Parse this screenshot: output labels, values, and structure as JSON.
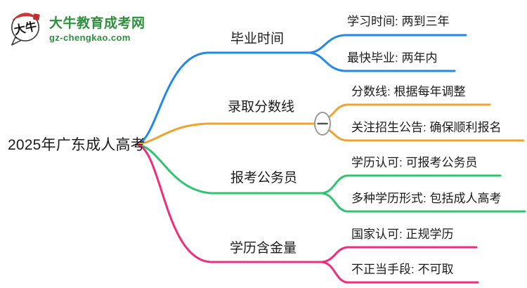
{
  "logo": {
    "icon_text": "大牛",
    "title": "大牛教育成考网",
    "domain": "gz-chengkao.com",
    "brand_color": "#2e8f3e",
    "icon_red": "#cf3333"
  },
  "root": {
    "title": "2025年广东成人高考"
  },
  "collapse_button": {
    "symbol": "minus",
    "stroke": "#9a9a9a",
    "glyph_color": "#555555"
  },
  "branches": [
    {
      "label": "毕业时间",
      "color": "#2388e8",
      "children": [
        {
          "label": "学习时间: 两到三年"
        },
        {
          "label": "最快毕业: 两年内"
        }
      ]
    },
    {
      "label": "录取分数线",
      "color": "#f0a330",
      "children": [
        {
          "label": "分数线: 根据每年调整"
        },
        {
          "label": "关注招生公告: 确保顺利报名"
        }
      ]
    },
    {
      "label": "报考公务员",
      "color": "#2ec56f",
      "children": [
        {
          "label": "学历认可: 可报考公务员"
        },
        {
          "label": "多种学历形式: 包括成人高考"
        }
      ]
    },
    {
      "label": "学历含金量",
      "color": "#f02d7d",
      "children": [
        {
          "label": "国家认可: 正规学历"
        },
        {
          "label": "不正当手段: 不可取"
        }
      ]
    }
  ]
}
